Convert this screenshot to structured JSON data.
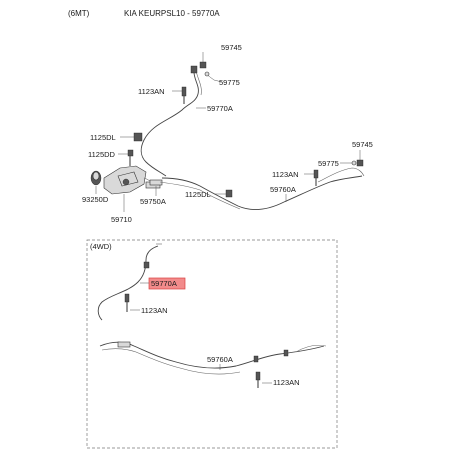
{
  "header": {
    "variant": "(6MT)",
    "title": "KIA KEURPSL10 - 59770A"
  },
  "section_4wd": {
    "label": "(4WD)"
  },
  "labels": {
    "p59745_top": "59745",
    "p59775_top": "59775",
    "p1123AN_top": "1123AN",
    "p59770A_top": "59770A",
    "p1125DL_left": "1125DL",
    "p1125DD": "1125DD",
    "p93250D": "93250D",
    "p59750A": "59750A",
    "p59710": "59710",
    "p59745_right": "59745",
    "p59775_right": "59775",
    "p1123AN_right": "1123AN",
    "p1125DL_mid": "1125DL",
    "p59760A_top": "59760A",
    "p59770A_4wd": "59770A",
    "p1123AN_4wd_a": "1123AN",
    "p59760A_4wd": "59760A",
    "p1123AN_4wd_b": "1123AN"
  },
  "colors": {
    "highlight_fill": "#f28b8b",
    "highlight_stroke": "#d94040",
    "dash_border": "#777777"
  }
}
